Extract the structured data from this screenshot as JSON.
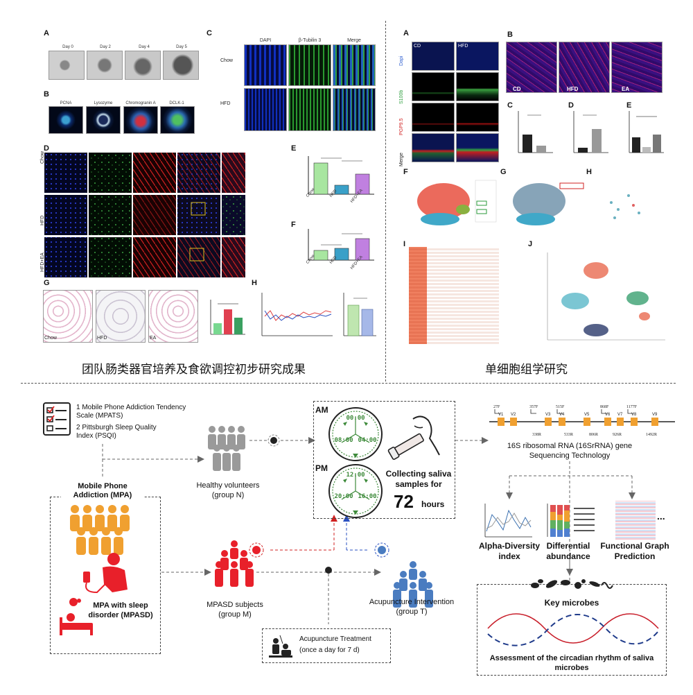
{
  "top_left": {
    "heading": "团队肠类器官培养及食欲调控初步研究成果",
    "panels": {
      "A": "A",
      "B": "B",
      "C": "C",
      "D": "D",
      "E": "E",
      "F": "F",
      "G": "G",
      "H": "H"
    },
    "panel_a_days": [
      "Day 0",
      "Day 2",
      "Day 4",
      "Day 5"
    ],
    "panel_b_markers": [
      "PCNA",
      "Lysozyme",
      "Chromogranin A",
      "DCLK-1"
    ],
    "panel_c_columns": [
      "DAPI",
      "β-Tubilin 3",
      "Merge"
    ],
    "panel_c_rows": [
      "Chow",
      "HFD"
    ],
    "panel_d_rows": [
      "Chow",
      "HFD",
      "HFD+EA"
    ],
    "panel_g_images": [
      "Chow",
      "HFD",
      "EA"
    ],
    "panel_e_groups": [
      "Chow",
      "HFD",
      "HFD+EA"
    ],
    "panel_f_groups": [
      "Chow",
      "HFD",
      "HFD+EA"
    ]
  },
  "top_right": {
    "heading": "单细胞组学研究",
    "panels": {
      "A": "A",
      "B": "B",
      "C": "C",
      "D": "D",
      "E": "E",
      "F": "F",
      "G": "G",
      "H": "H",
      "I": "I",
      "J": "J"
    },
    "panel_a_columns": [
      "CD",
      "HFD"
    ],
    "panel_a_rows": [
      "Dapi",
      "S100b",
      "PGP9.5",
      "Merge"
    ],
    "panel_b_images": [
      "CD",
      "HFD",
      "EA"
    ]
  },
  "bottom": {
    "questionnaire_1": "1 Mobile Phone Addiction Tendency Scale (MPATS)",
    "questionnaire_2": "2 Pittsburgh Sleep Quality Index (PSQI)",
    "healthy_volunteers": "Healthy volunteers",
    "group_n": "(group N)",
    "mpa_title": "Mobile Phone Addiction (MPA)",
    "mpasd_label": "MPA with sleep disorder (MPASD)",
    "mpasd_subjects": "MPASD subjects",
    "group_m": "(group M)",
    "acupuncture_intervention": "Acupuncture Intervention",
    "group_t": "(group T)",
    "acupuncture_treatment": "Acupuncture   Treatment",
    "treatment_schedule": "(once a day for 7 d)",
    "am": "AM",
    "pm": "PM",
    "clock_am": [
      "00:00",
      "08:00",
      "04:00"
    ],
    "clock_pm": [
      "12:00",
      "20:00",
      "16:00"
    ],
    "collecting": "Collecting saliva samples for",
    "hours_value": "72",
    "hours_unit": "hours",
    "gene_title": "16S ribosomal RNA (16SrRNA) gene Sequencing Technology",
    "gene_regions": [
      "V1",
      "V2",
      "V3",
      "V4",
      "V5",
      "V6",
      "V7",
      "V8",
      "V9"
    ],
    "primers_top": [
      "27F",
      "357F",
      "515F",
      "868F",
      "1177F"
    ],
    "primers_bottom": [
      "338R",
      "533R",
      "806R",
      "926R",
      "1492R"
    ],
    "analysis": [
      "Alpha-Diversity index",
      "Differential abundance",
      "Functional Graph Prediction"
    ],
    "ellipsis": "...",
    "key_microbes": "Key microbes",
    "circadian": "Assessment of the circadian rhythm of saliva microbes"
  },
  "colors": {
    "orange": "#f0a030",
    "red": "#e8202a",
    "blue": "#4a7cc0",
    "gray": "#9a9a9a",
    "clock_green": "#3d8a3a",
    "primer_orange": "#f0a030"
  }
}
